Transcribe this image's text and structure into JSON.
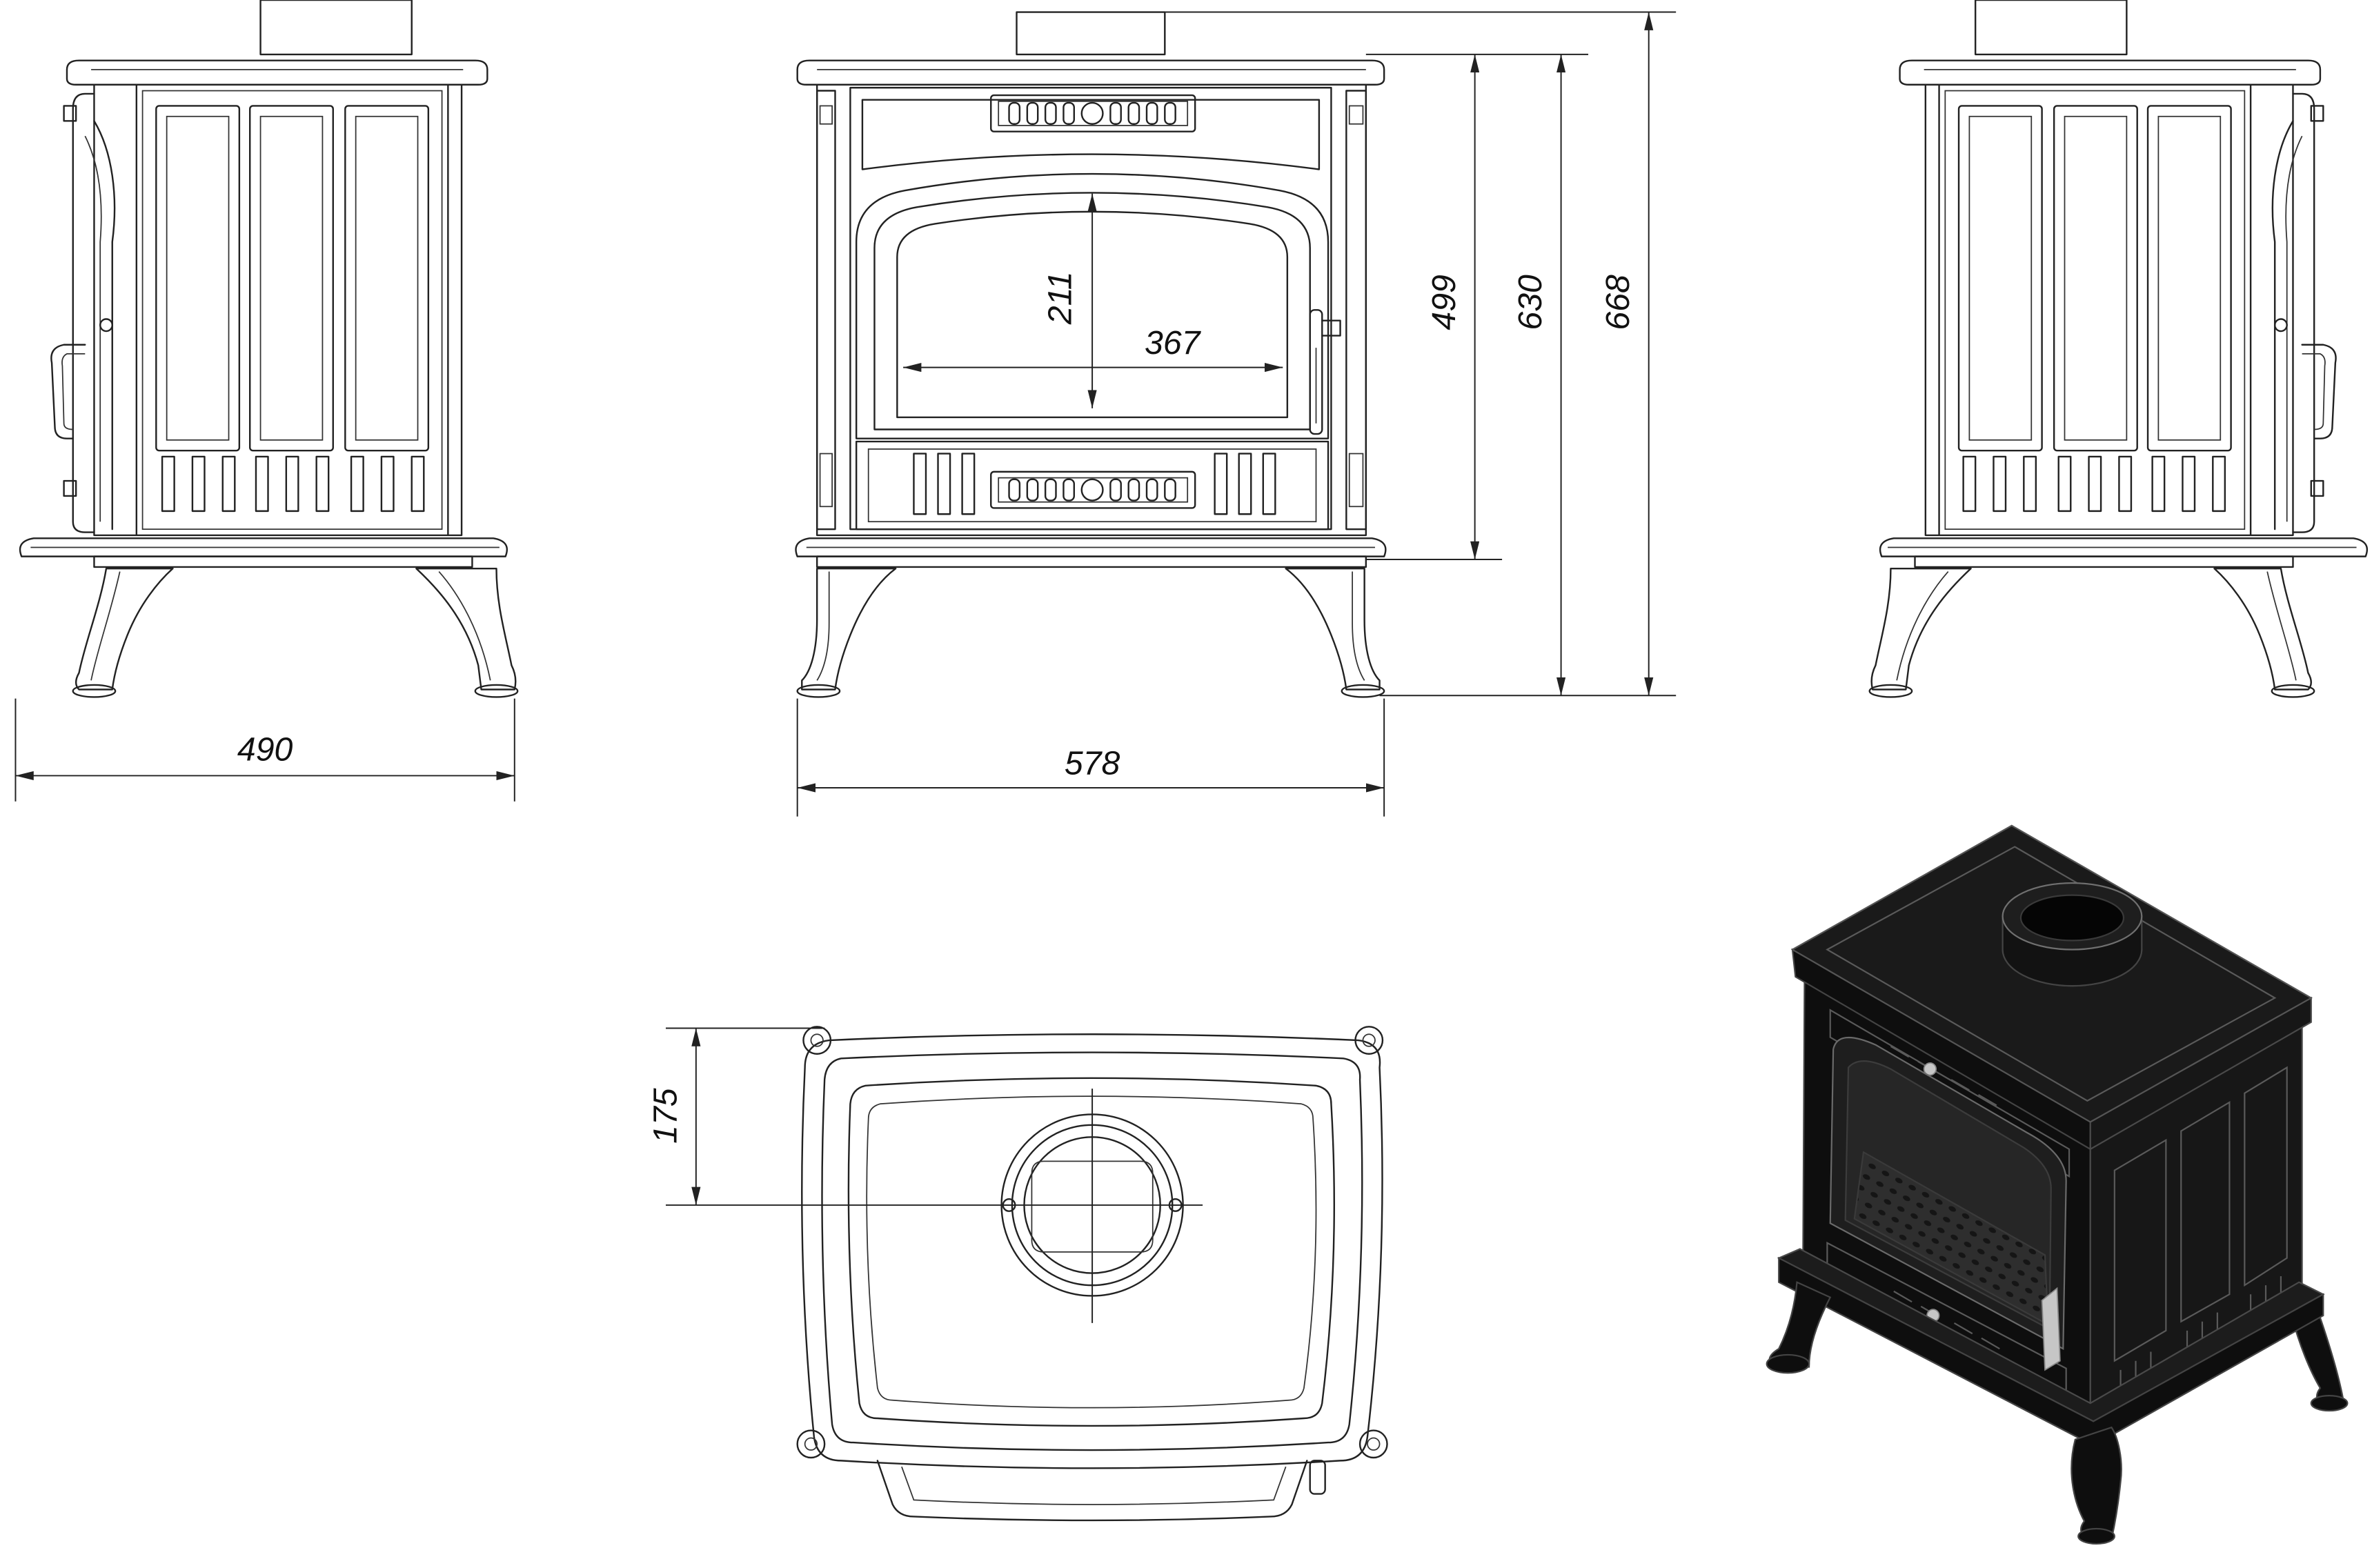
{
  "side_view": {
    "width": "490"
  },
  "front_view": {
    "width": "578",
    "glass_height": "211",
    "glass_width": "367",
    "body_height": "499",
    "height_to_top": "630",
    "overall_height": "668"
  },
  "top_view": {
    "flue_offset": "175"
  },
  "colors": {
    "line": "#222222",
    "render_body": "#111111",
    "render_handle": "#c6c6c6",
    "background": "#ffffff"
  }
}
